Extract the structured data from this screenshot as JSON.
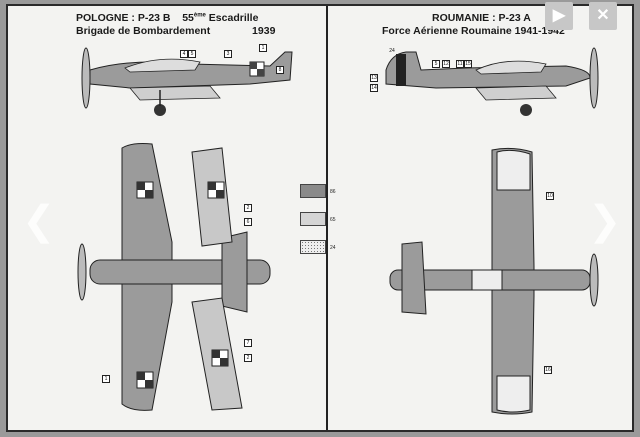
{
  "left_panel": {
    "caption_line1_a": "POLOGNE : P-23 B",
    "caption_line1_b_num": "55",
    "caption_line1_b_sup": "ème",
    "caption_line1_b_rest": " Escadrille",
    "caption_line2_a": "Brigade de Bombardement",
    "caption_line2_b": "1939",
    "callouts": [
      "4",
      "5",
      "1",
      "3",
      "8",
      "2",
      "6",
      "7",
      "2",
      "1"
    ]
  },
  "right_panel": {
    "caption_line1": "ROUMANIE : P-23 A",
    "caption_line2": "Force Aérienne Roumaine  1941-1942",
    "callouts": [
      "24",
      "5",
      "13",
      "14",
      "12",
      "11",
      "15",
      "10",
      "16"
    ]
  },
  "legend": {
    "items": [
      {
        "label": "86",
        "color": "#8a8a8a"
      },
      {
        "label": "65",
        "color": "#d5d5d5"
      },
      {
        "label": "24",
        "color": "#eeeeee"
      }
    ]
  },
  "colors": {
    "camouflage_dark": "#8a8a8a",
    "underside_light": "#d5d5d5",
    "outline": "#2a2a2a"
  },
  "controls": {
    "play_icon": "play-icon",
    "close_icon": "close-icon",
    "prev_icon": "chevron-left-icon",
    "next_icon": "chevron-right-icon"
  }
}
